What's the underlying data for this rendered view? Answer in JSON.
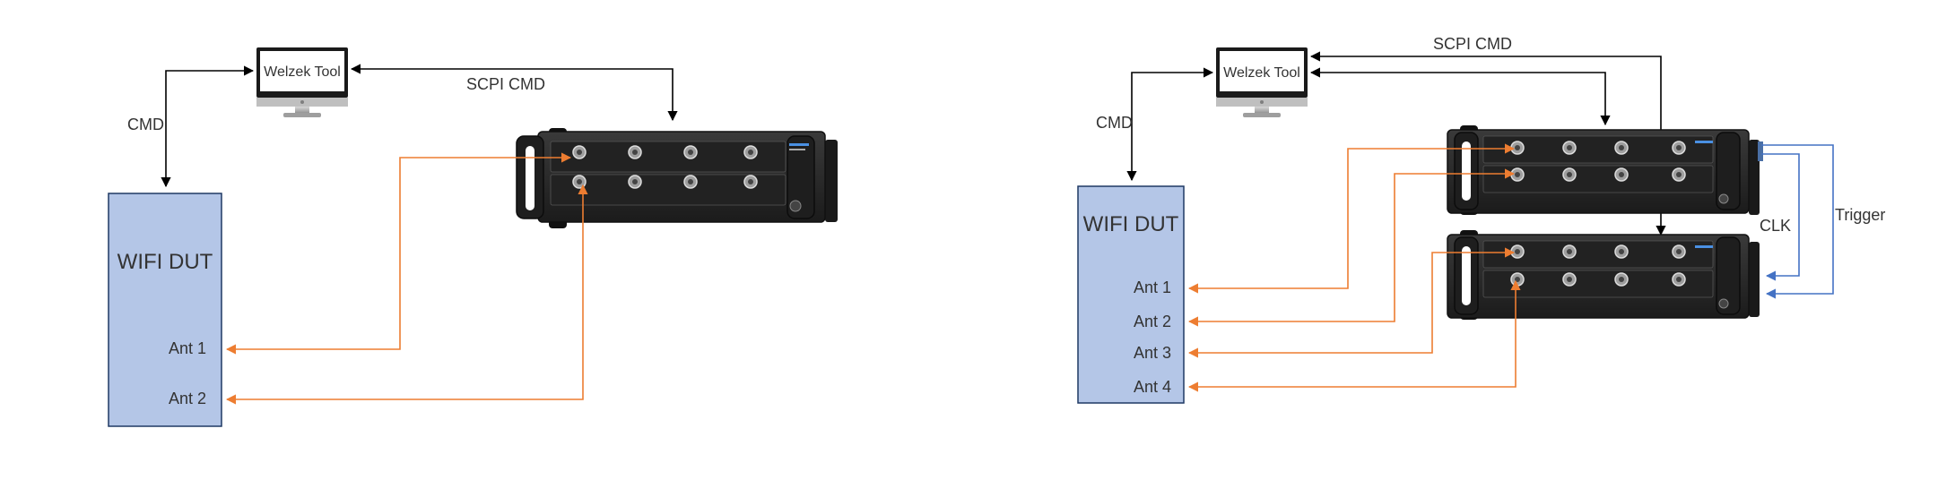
{
  "colors": {
    "dut_fill": "#b4c6e7",
    "dut_border": "#1f3864",
    "control_line": "#000000",
    "rf_line": "#ed7d31",
    "sync_line": "#4472c4",
    "instrument_body": "#2a2a2a"
  },
  "left": {
    "tool_label": "Welzek Tool",
    "cmd_label": "CMD",
    "scpi_label": "SCPI CMD",
    "dut_title": "WIFI DUT",
    "antennas": [
      "Ant 1",
      "Ant 2"
    ]
  },
  "right": {
    "tool_label": "Welzek Tool",
    "cmd_label": "CMD",
    "scpi_label": "SCPI CMD",
    "dut_title": "WIFI DUT",
    "antennas": [
      "Ant 1",
      "Ant 2",
      "Ant 3",
      "Ant 4"
    ],
    "clk_label": "CLK",
    "trigger_label": "Trigger"
  }
}
